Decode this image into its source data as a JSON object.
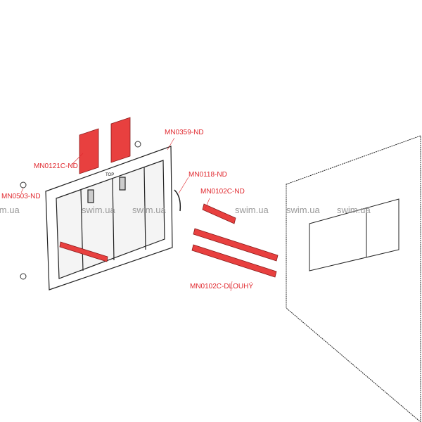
{
  "labels": {
    "mn0359": "MN0359-ND",
    "mn0121c": "MN0121C-ND",
    "mn0118": "MN0118-ND",
    "mn0102c": "MN0102C-ND",
    "mn0503": "MN0503-ND",
    "mn0102c_long": "MN0102C-DLOUHÝ",
    "top_mark": "TOP"
  },
  "watermark": [
    "swim.ua",
    "swim.ua",
    "swim.ua",
    "swim.ua",
    "swim.ua",
    "swim.ua"
  ],
  "colors": {
    "part_red": "#e8403f",
    "label_red": "#e0282e"
  }
}
